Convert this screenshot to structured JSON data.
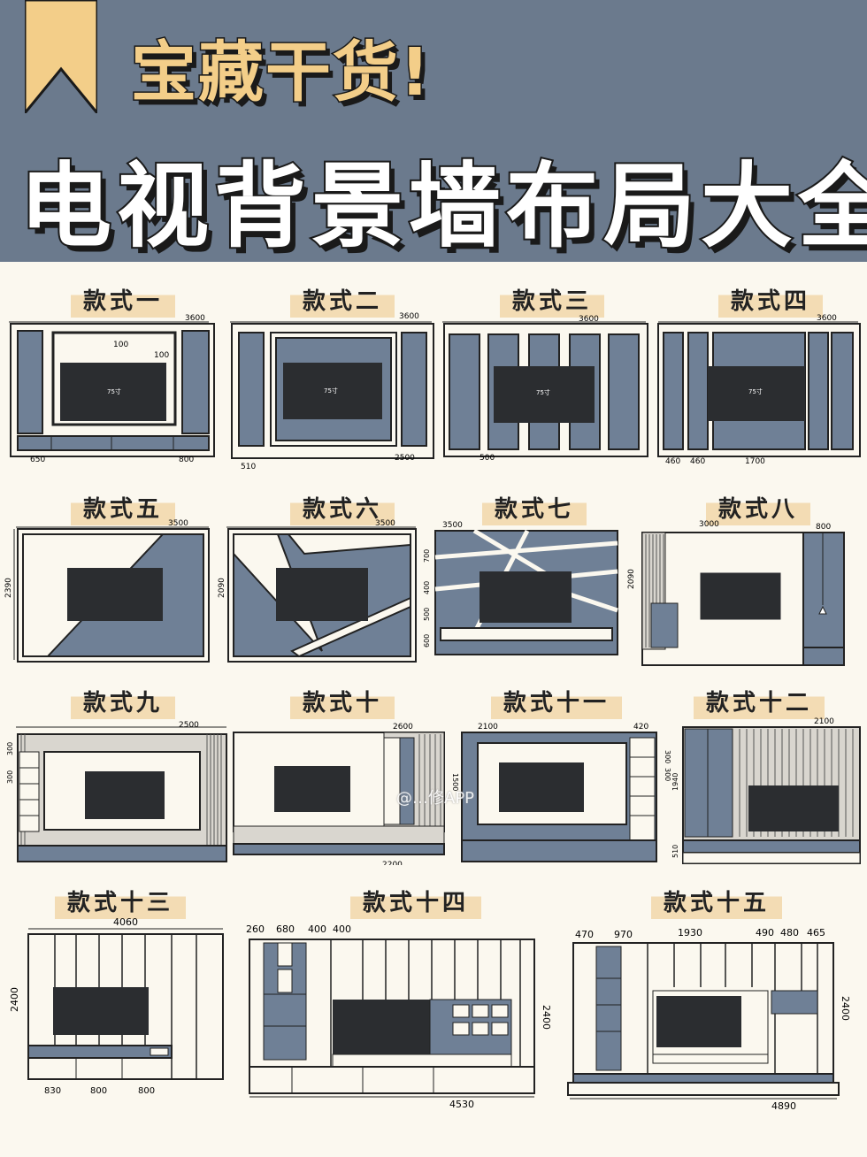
{
  "header": {
    "subtitle": "宝藏干货!",
    "title": "电视背景墙布局大全"
  },
  "colors": {
    "banner": "#6b7a8d",
    "accent": "#f3ce89",
    "panel_blue": "#6f8096",
    "tv": "#2b2d30",
    "paper": "#fbf8ef"
  },
  "styles": [
    {
      "label": "款式一",
      "dims": [
        "3600",
        "100",
        "100",
        "75寸",
        "650",
        "800"
      ]
    },
    {
      "label": "款式二",
      "dims": [
        "3600",
        "75寸",
        "510",
        "2500"
      ]
    },
    {
      "label": "款式三",
      "dims": [
        "3600",
        "75寸",
        "500"
      ]
    },
    {
      "label": "款式四",
      "dims": [
        "3600",
        "75寸",
        "460",
        "460",
        "1700"
      ]
    },
    {
      "label": "款式五",
      "dims": [
        "3500",
        "2390"
      ]
    },
    {
      "label": "款式六",
      "dims": [
        "3500",
        "2090"
      ]
    },
    {
      "label": "款式七",
      "dims": [
        "3500",
        "700",
        "400",
        "500",
        "600"
      ]
    },
    {
      "label": "款式八",
      "dims": [
        "3000",
        "800",
        "2090"
      ]
    },
    {
      "label": "款式九",
      "dims": [
        "2500",
        "300",
        "300"
      ]
    },
    {
      "label": "款式十",
      "dims": [
        "2600",
        "1500",
        "2200"
      ]
    },
    {
      "label": "款式十一",
      "dims": [
        "2100",
        "420",
        "300",
        "300"
      ]
    },
    {
      "label": "款式十二",
      "dims": [
        "2100",
        "1940",
        "510"
      ]
    },
    {
      "label": "款式十三",
      "dims": [
        "4060",
        "2400",
        "830",
        "800",
        "800"
      ]
    },
    {
      "label": "款式十四",
      "dims": [
        "260",
        "680",
        "400",
        "400",
        "2400",
        "4530"
      ]
    },
    {
      "label": "款式十五",
      "dims": [
        "470",
        "970",
        "1930",
        "490",
        "480",
        "465",
        "2400",
        "4890"
      ]
    }
  ],
  "watermark": "@…修APP"
}
